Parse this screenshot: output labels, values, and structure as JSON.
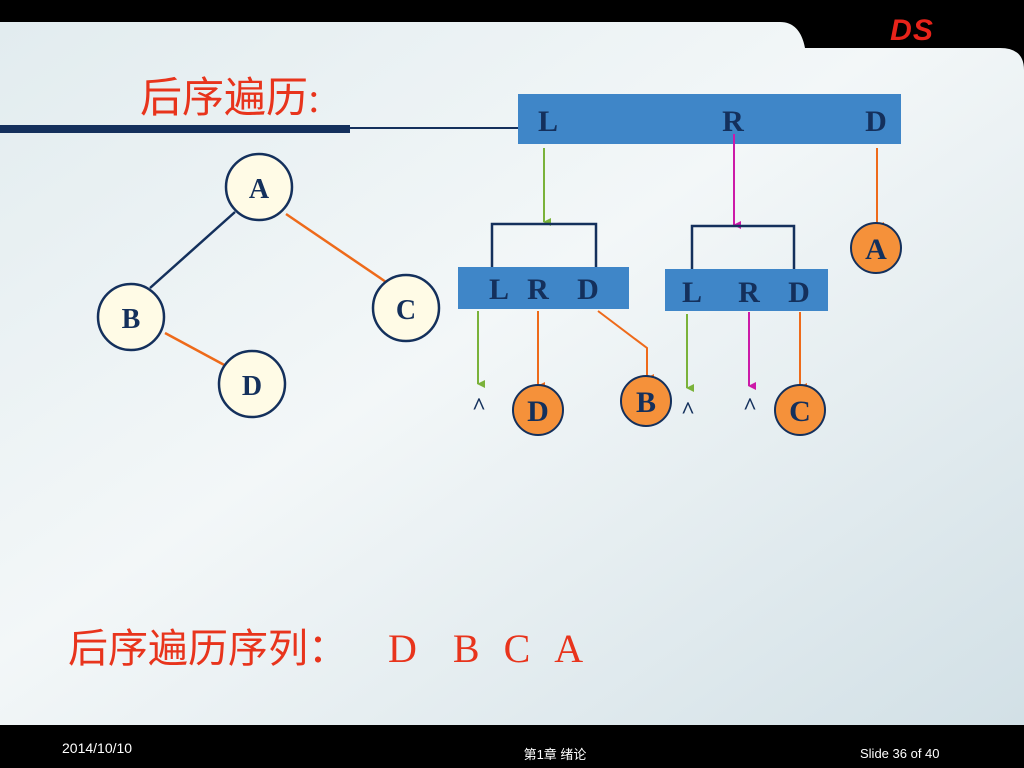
{
  "logo": "DS",
  "title": "后序遍历:",
  "tree": {
    "nodes": {
      "a": "A",
      "b": "B",
      "c": "C",
      "d": "D"
    }
  },
  "traversal": {
    "root_box": {
      "l": "L",
      "r": "R",
      "d": "D"
    },
    "left_box": {
      "l": "L",
      "r": "R",
      "d": "D"
    },
    "right_box": {
      "l": "L",
      "r": "R",
      "d": "D"
    },
    "visited": {
      "a": "A",
      "d": "D",
      "b": "B",
      "c": "C"
    },
    "null_symbol": "^"
  },
  "sequence": {
    "label": "后序遍历序列：",
    "items": [
      "D",
      "B",
      "C",
      "A"
    ]
  },
  "footer": {
    "date": "2014/10/10",
    "chapter": "第1章 绪论",
    "slide": "Slide 36 of 40"
  },
  "colors": {
    "accent_red": "#e8341c",
    "box_blue": "#3f86c8",
    "node_fill": "#fffbe6",
    "visited_fill": "#f5913a",
    "green_arrow": "#7ab23a",
    "orange_arrow": "#ee6a1a",
    "magenta_arrow": "#cc1aa8",
    "dark_navy": "#14305c"
  }
}
